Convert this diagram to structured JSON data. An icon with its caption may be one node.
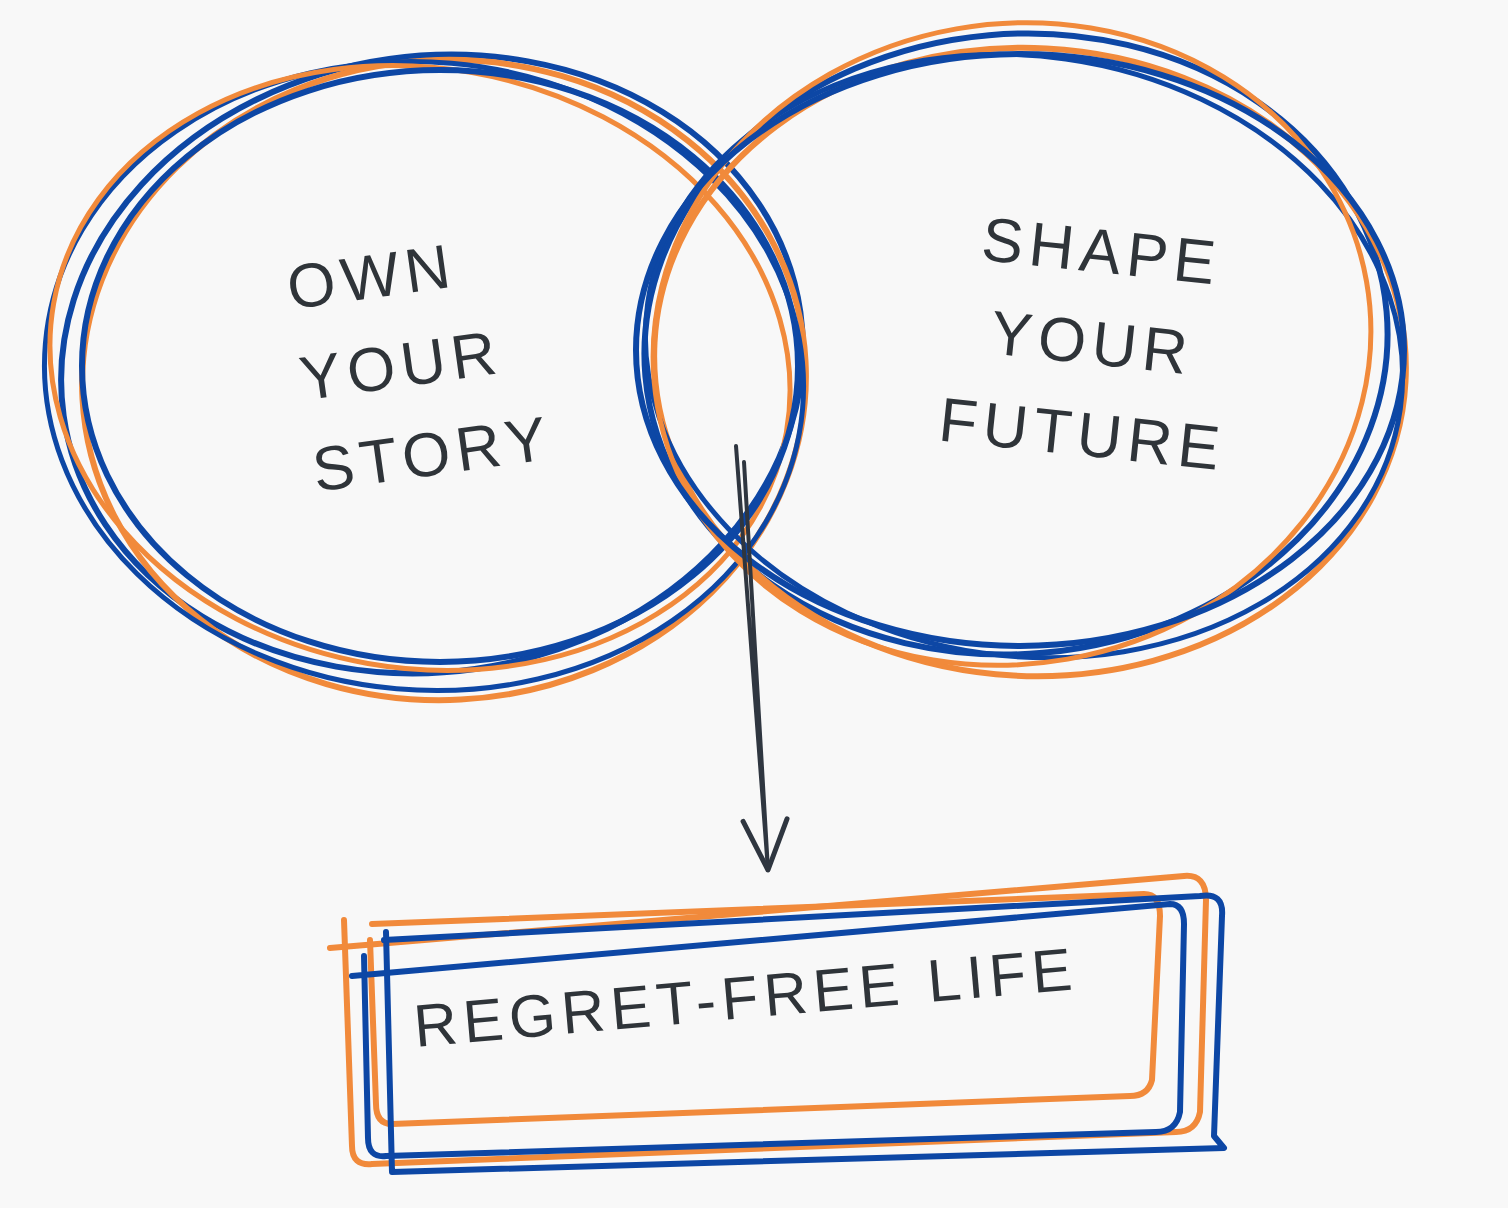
{
  "diagram": {
    "nodes": [
      {
        "text": [
          "OWN YOUR STORY"
        ]
      },
      {
        "text": [
          "SHAPE YOUR FUTURE"
        ]
      },
      {
        "text": [
          "REGRET-FREE LIFE"
        ]
      }
    ],
    "edges": [
      {
        "from": 0,
        "to": 2,
        "arrow": "to"
      },
      {
        "from": 1,
        "to": 2,
        "arrow": "to"
      }
    ]
  }
}
